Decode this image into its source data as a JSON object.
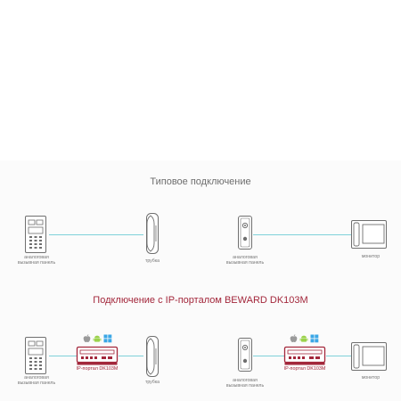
{
  "typical": {
    "title": "Типовое подключение",
    "analog_panel": "аналоговая\nвызывная панель",
    "handset": "трубка",
    "analog_panel_2": "аналоговая\nвызывная панель",
    "monitor": "монитор"
  },
  "ip": {
    "title": "Подключение с IP-порталом BEWARD DK103M",
    "analog_panel": "аналоговая\nвызывная панель",
    "ip_portal": "IP-портал DK103M",
    "handset": "трубка",
    "analog_panel_2": "аналоговая\nвызывная панель",
    "ip_portal_2": "IP-портал DK103M",
    "monitor": "монитор",
    "os_icons": [
      "apple-icon",
      "android-icon",
      "windows-icon"
    ]
  },
  "colors": {
    "accent": "#a3273b",
    "wire": "#7fd1d9",
    "device_stroke": "#6f6f6f",
    "title_gray": "#6d6d6d",
    "android": "#9bd24b",
    "windows": "#3ba7e6",
    "apple": "#9a9a9a"
  }
}
